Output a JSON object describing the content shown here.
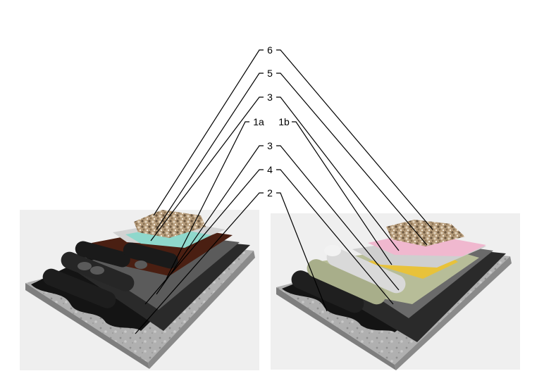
{
  "labels": {
    "l6": "6",
    "l5": "5",
    "l3_top": "3",
    "l1a": "1a",
    "l1b": "1b",
    "l3_low": "3",
    "l4": "4",
    "l2": "2"
  },
  "colors": {
    "backdrop": "#efefef",
    "concrete": "#a9a9a9",
    "bitumen": "#151515",
    "membrane_dark": "#3a3a3a",
    "membrane_brown": "#4a1f12",
    "insulation_teal": "#8fd8cc",
    "insulation_pink": "#f0b8cf",
    "geotextile_green": "#b7bd98",
    "film_grey": "#c8c8c8",
    "adhesive_yellow": "#e8c23a",
    "gravel": "#a89070",
    "leader_line": "#000000"
  }
}
